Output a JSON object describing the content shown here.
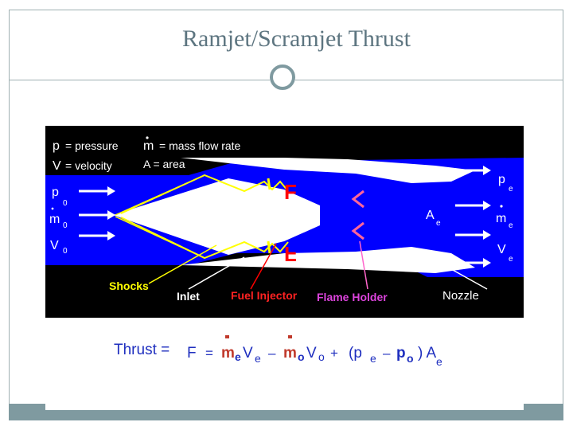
{
  "slide": {
    "title": "Ramjet/Scramjet Thrust"
  },
  "legend": {
    "p_letter": "p",
    "p_desc": "= pressure",
    "m_letter": "m",
    "m_desc": "= mass flow rate",
    "v_letter": "V",
    "v_desc": "= velocity",
    "a_desc": "A = area"
  },
  "inflow": {
    "p": "p",
    "p_sub": "0",
    "m": "m",
    "m_sub": "0",
    "v": "V",
    "v_sub": "0"
  },
  "outflow": {
    "p": "p",
    "p_sub": "e",
    "m": "m",
    "m_sub": "e",
    "v": "V",
    "v_sub": "e"
  },
  "exit_area": {
    "a": "A",
    "a_sub": "e"
  },
  "markers": {
    "fuel_glyph": "F"
  },
  "callouts": {
    "shocks": "Shocks",
    "inlet": "Inlet",
    "fuel_injector": "Fuel Injector",
    "flame_holder": "Flame Holder",
    "nozzle": "Nozzle"
  },
  "formula": {
    "thrust_label": "Thrust =",
    "F": "F",
    "eq": "=",
    "m1": "m",
    "sub_e1": "e",
    "V1": "V",
    "sub_e2": "e",
    "minus1": "–",
    "m2": "m",
    "sub_o1": "o",
    "V2": "V",
    "sub_o2": "o",
    "plus": "+",
    "open": "(p",
    "sub_e3": "e",
    "minus2": "–",
    "p2": "p",
    "sub_o3": "o",
    "close": ") A",
    "sub_e4": "e"
  },
  "colors": {
    "flow": "#0000ff",
    "engine": "#ffffff",
    "background": "#000000",
    "shock_lines": "#ffff00",
    "fuel": "#ff0000",
    "flame_holder": "#cc33cc",
    "formula_text": "#1f2fbf",
    "formula_dot": "#c0392b"
  }
}
